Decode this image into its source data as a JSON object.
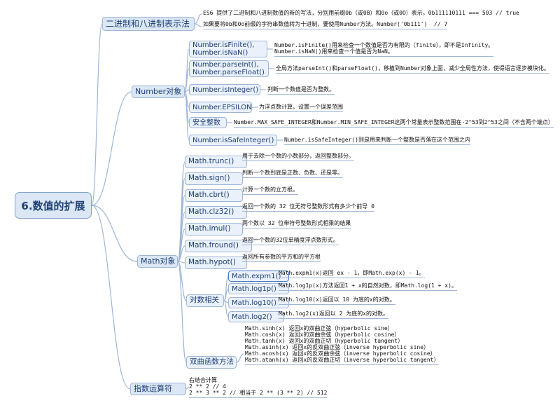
{
  "root": "6.数值的扩展",
  "branches": {
    "binary": {
      "label": "二进制和八进制表示法",
      "notes": [
        "ES6 提供了二进制和八进制数值的新的写法，分别用前缀0b（或0B）和0o（或0O）表示。0b111110111 === 503 // true",
        "如果要将0b和0o前缀的字符串数值转为十进制，要使用Number方法。Number('0b111')  // 7"
      ]
    },
    "number": {
      "label": "Number对象",
      "items": [
        {
          "label": "Number.isFinite(),\nNumber.isNaN()",
          "note": "Number.isFinite()用来检查一个数值是否为有限的（finite），即不是Infinity。\nNumber.isNaN()用来检查一个值是否为NaN。"
        },
        {
          "label": "Number.parseInt(),\nNumber.parseFloat()",
          "note": "全局方法parseInt()和parseFloat()，移植到Number对象上面，减少全局性方法，使得语言逐步模块化。"
        },
        {
          "label": "Number.isInteger()",
          "note": "判断一个数值是否为整数。"
        },
        {
          "label": "Number.EPSILON",
          "note": "为浮点数计算，设置一个误差范围"
        },
        {
          "label": "安全整数",
          "note": "Number.MAX_SAFE_INTEGER和Number.MIN_SAFE_INTEGER这两个常量表示整数范围在-2^53到2^53之间（不含两个端点）"
        },
        {
          "label": "Number.isSafeInteger()",
          "note": "Number.isSafeInteger()则是用来判断一个整数是否落在这个范围之内"
        }
      ]
    },
    "math": {
      "label": "Math对象",
      "items": [
        {
          "label": "Math.trunc()",
          "note": "用于去除一个数的小数部分，返回整数部分。"
        },
        {
          "label": "Math.sign()",
          "note": "判断一个数到底是正数、负数、还是零。"
        },
        {
          "label": "Math.cbrt()",
          "note": "计算一个数的立方根。"
        },
        {
          "label": "Math.clz32()",
          "note": "返回一个数的 32 位无符号整数形式有多少个前导 0"
        },
        {
          "label": "Math.imul()",
          "note": "两个数以 32 位带符号整数形式相乘的结果"
        },
        {
          "label": "Math.fround()",
          "note": "返回一个数的32位单精度浮点数形式。"
        },
        {
          "label": "Math.hypot()",
          "note": "返回所有参数的平方和的平方根"
        }
      ],
      "log": {
        "label": "对数相关",
        "items": [
          {
            "label": "Math.expm1()",
            "note": "Math.expm1(x)返回 ex - 1，即Math.exp(x) - 1。"
          },
          {
            "label": "Math.log1p()",
            "note": "Math.log1p(x)方法返回1 + x的自然对数，即Math.log(1 + x)。"
          },
          {
            "label": "Math.log10()",
            "note": "Math.log10(x)返回以 10 为底的x的对数。"
          },
          {
            "label": "Math.log2()",
            "note": "Math.log2(x)返回以 2 为底的x的对数。"
          }
        ]
      },
      "hyper": {
        "label": "双曲函数方法",
        "note": "Math.sinh(x) 返回x的双曲正弦（hyperbolic sine）\nMath.cosh(x) 返回x的双曲余弦（hyperbolic cosine）\nMath.tanh(x) 返回x的双曲正切（hyperbolic tangent）\nMath.asinh(x) 返回x的反双曲正弦（inverse hyperbolic sine）\nMath.acosh(x) 返回x的反双曲余弦（inverse hyperbolic cosine）\nMath.atanh(x) 返回x的反双曲正切（inverse hyperbolic tangent）"
      }
    },
    "exp": {
      "label": "指数运算符",
      "note": "右结合计算\n2 ** 2 // 4\n2 ** 3 ** 2 // 相当于 2 ** (3 ** 2) // 512"
    }
  },
  "colors": {
    "line": "#9fb6d6",
    "node_fill": "#e6eef8",
    "node_text": "#1d3f73",
    "accent": "#3f78c8"
  }
}
